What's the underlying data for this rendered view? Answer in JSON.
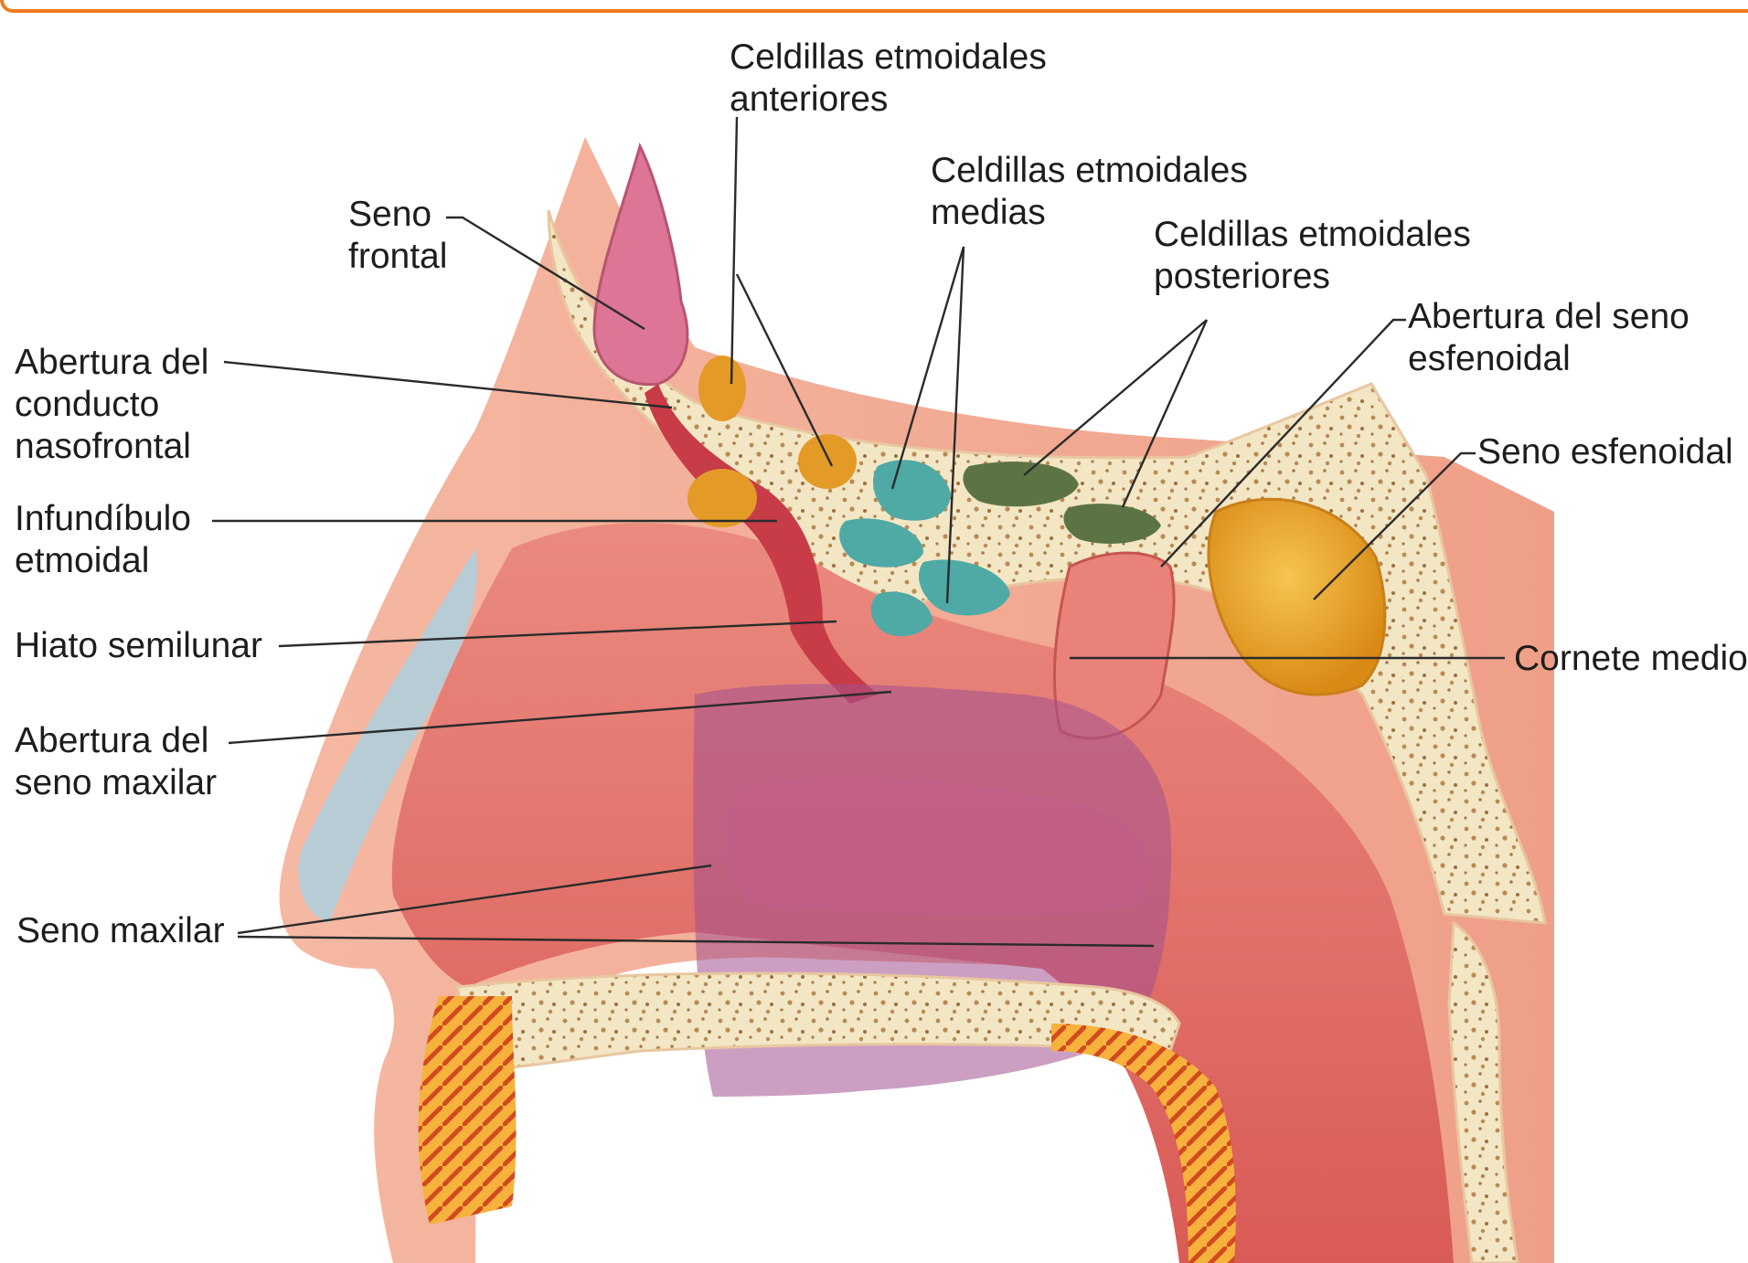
{
  "figure": {
    "accent_color": "#ee7a1e",
    "colors": {
      "skin": "#f2ab96",
      "mucosa": "#e3706a",
      "bone": "#f3e6c4",
      "frontal_sinus": "#dd7596",
      "anterior_cells": "#e39a27",
      "middle_cells": "#4fa9a5",
      "posterior_cells": "#5c7444",
      "maxillary_overlay": "#a3508f",
      "sphenoid_sinus": "#e59d22"
    },
    "labels": {
      "seno_frontal": [
        "Seno",
        "frontal"
      ],
      "abertura_conducto_nasofrontal": [
        "Abertura del",
        "conducto",
        "nasofrontal"
      ],
      "infundibulo_etmoidal": [
        "Infundíbulo",
        "etmoidal"
      ],
      "hiato_semilunar": [
        "Hiato semilunar"
      ],
      "abertura_seno_maxilar": [
        "Abertura del",
        "seno maxilar"
      ],
      "seno_maxilar": [
        "Seno maxilar"
      ],
      "celdillas_anteriores": [
        "Celdillas etmoidales",
        "anteriores"
      ],
      "celdillas_medias": [
        "Celdillas etmoidales",
        "medias"
      ],
      "celdillas_posteriores": [
        "Celdillas etmoidales",
        "posteriores"
      ],
      "abertura_seno_esfenoidal": [
        "Abertura del seno",
        "esfenoidal"
      ],
      "seno_esfenoidal": [
        "Seno esfenoidal"
      ],
      "cornete_medio": [
        "Cornete medio"
      ]
    }
  }
}
